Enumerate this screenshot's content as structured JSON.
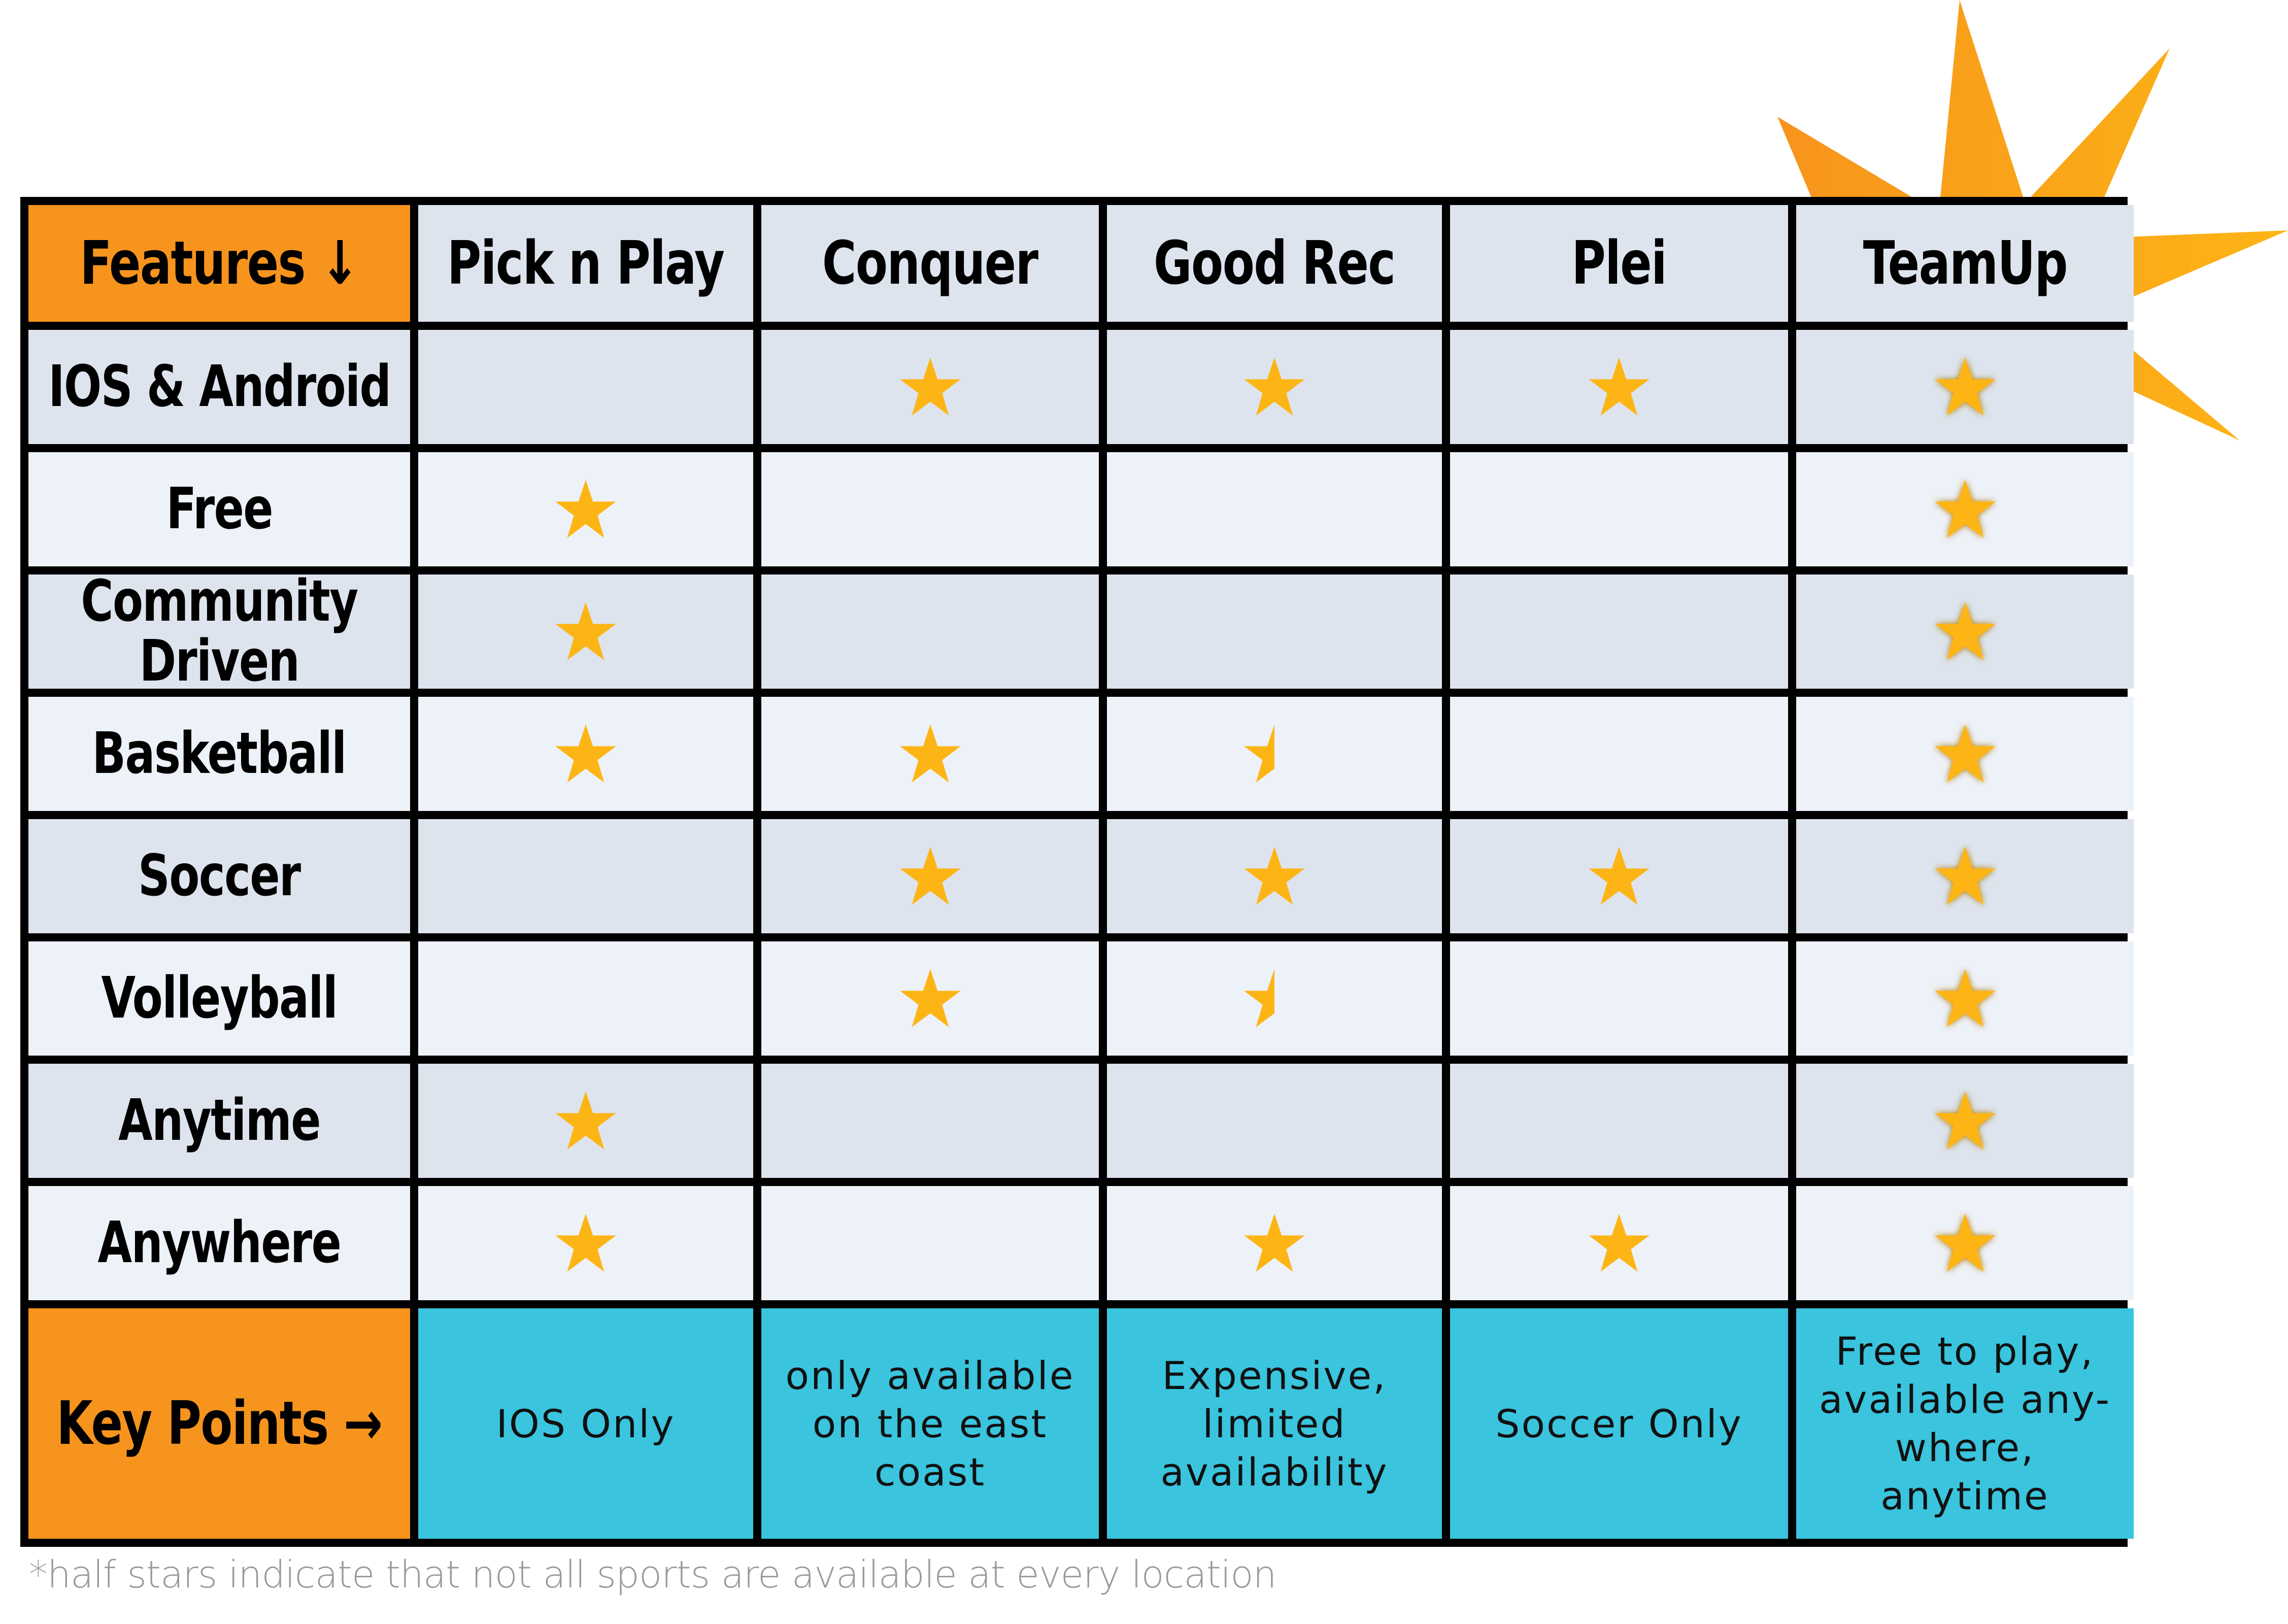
{
  "colors": {
    "orange": "#f7941d",
    "cyan": "#3ac4de",
    "star": "#fdb515",
    "row_dark": "#dde4ee",
    "row_light": "#edf1f8"
  },
  "header": {
    "features_label": "Features",
    "features_arrow": "↓",
    "columns": [
      "Pick n Play",
      "Conquer",
      "Good Rec",
      "Plei",
      "TeamUp"
    ]
  },
  "rows": [
    {
      "feature": "IOS & Android",
      "ratings": [
        0,
        1,
        1,
        1,
        1
      ]
    },
    {
      "feature": "Free",
      "ratings": [
        1,
        0,
        0,
        0,
        1
      ]
    },
    {
      "feature": "Community Driven",
      "ratings": [
        1,
        0,
        0,
        0,
        1
      ]
    },
    {
      "feature": "Basketball",
      "ratings": [
        1,
        1,
        0.5,
        0,
        1
      ]
    },
    {
      "feature": "Soccer",
      "ratings": [
        0,
        1,
        1,
        1,
        1
      ]
    },
    {
      "feature": "Volleyball",
      "ratings": [
        0,
        1,
        0.5,
        0,
        1
      ]
    },
    {
      "feature": "Anytime",
      "ratings": [
        1,
        0,
        0,
        0,
        1
      ]
    },
    {
      "feature": "Anywhere",
      "ratings": [
        1,
        0,
        1,
        1,
        1
      ]
    }
  ],
  "key_points": {
    "label": "Key Points",
    "arrow": "→",
    "values": [
      "IOS Only",
      "only available on the east coast",
      "Expensive, limited availability",
      "Soccer Only",
      "Free to play, available any-where, anytime"
    ]
  },
  "footnote": "*half stars indicate that not all sports are available at every location"
}
